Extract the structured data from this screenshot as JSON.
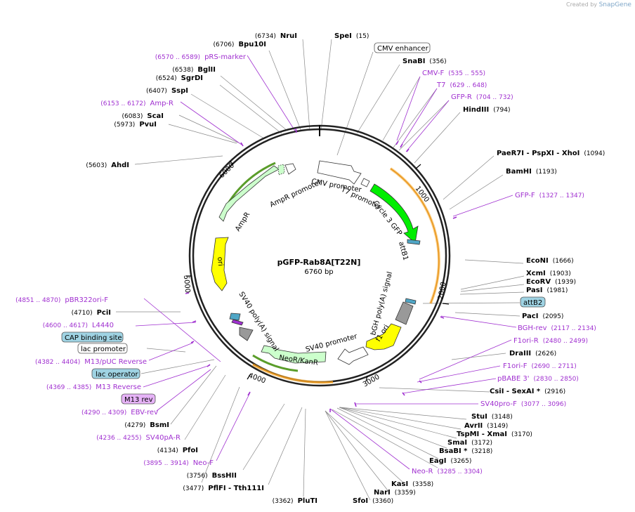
{
  "credit": {
    "prefix": "Created by",
    "brand": "SnapGene"
  },
  "plasmid": {
    "name": "pGFP-Rab8A[T22N]",
    "length": "6760 bp"
  },
  "ticks": [
    "1000",
    "2000",
    "3000",
    "4000",
    "5000",
    "6000"
  ],
  "features": [
    {
      "label": "CMV promoter",
      "color": "#ffffff"
    },
    {
      "label": "T7 promoter",
      "color": "#ffffff"
    },
    {
      "label": "Cycle 3 GFP",
      "color": "#00ee00"
    },
    {
      "label": "attB1",
      "color": "#4fa6c6"
    },
    {
      "label": "bGH poly(A) signal",
      "color": "#999999"
    },
    {
      "label": "f1 ori",
      "color": "#ffff00"
    },
    {
      "label": "SV40 promoter",
      "color": "#ffffff"
    },
    {
      "label": "NeoR/KanR",
      "color": "#ccffcc"
    },
    {
      "label": "SV40 poly(A) signal",
      "color": "#999999"
    },
    {
      "label": "ori",
      "color": "#ffff00"
    },
    {
      "label": "AmpR",
      "color": "#ccffcc"
    },
    {
      "label": "AmpR promoter",
      "color": "#ffffff"
    }
  ],
  "annotations": {
    "right": [
      {
        "kind": "enzyme",
        "name": "SpeI",
        "pos": "(15)"
      },
      {
        "kind": "box",
        "name": "CMV enhancer"
      },
      {
        "kind": "enzyme",
        "name": "SnaBI",
        "pos": "(356)"
      },
      {
        "kind": "primer",
        "name": "CMV-F",
        "pos": "(535 .. 555)"
      },
      {
        "kind": "primer",
        "name": "T7",
        "pos": "(629 .. 648)"
      },
      {
        "kind": "primer",
        "name": "GFP-R",
        "pos": "(704 .. 732)"
      },
      {
        "kind": "enzyme",
        "name": "HindIII",
        "pos": "(794)"
      },
      {
        "kind": "enzyme",
        "name": "PaeR7I - PspXI - XhoI",
        "pos": "(1094)"
      },
      {
        "kind": "enzyme",
        "name": "BamHI",
        "pos": "(1193)"
      },
      {
        "kind": "primer",
        "name": "GFP-F",
        "pos": "(1327 .. 1347)"
      },
      {
        "kind": "enzyme",
        "name": "EcoNI",
        "pos": "(1666)"
      },
      {
        "kind": "enzyme",
        "name": "XcmI",
        "pos": "(1903)"
      },
      {
        "kind": "enzyme",
        "name": "EcoRV",
        "pos": "(1939)"
      },
      {
        "kind": "enzyme",
        "name": "PasI",
        "pos": "(1981)"
      },
      {
        "kind": "boxblue",
        "name": "attB2"
      },
      {
        "kind": "enzyme",
        "name": "PacI",
        "pos": "(2095)"
      },
      {
        "kind": "primer",
        "name": "BGH-rev",
        "pos": "(2117 .. 2134)"
      },
      {
        "kind": "primer",
        "name": "F1ori-R",
        "pos": "(2480 .. 2499)"
      },
      {
        "kind": "enzyme",
        "name": "DraIII",
        "pos": "(2626)"
      },
      {
        "kind": "primer",
        "name": "F1ori-F",
        "pos": "(2690 .. 2711)"
      },
      {
        "kind": "primer",
        "name": "pBABE 3'",
        "pos": "(2830 .. 2850)"
      },
      {
        "kind": "enzyme",
        "name": "CsiI - SexAI *",
        "pos": "(2916)"
      },
      {
        "kind": "primer",
        "name": "SV40pro-F",
        "pos": "(3077 .. 3096)"
      },
      {
        "kind": "enzyme",
        "name": "StuI",
        "pos": "(3148)"
      },
      {
        "kind": "enzyme",
        "name": "AvrII",
        "pos": "(3149)"
      },
      {
        "kind": "enzyme",
        "name": "TspMI - XmaI",
        "pos": "(3170)"
      },
      {
        "kind": "enzyme",
        "name": "SmaI",
        "pos": "(3172)"
      },
      {
        "kind": "enzyme",
        "name": "BsaBI *",
        "pos": "(3218)"
      },
      {
        "kind": "enzyme",
        "name": "EagI",
        "pos": "(3265)"
      },
      {
        "kind": "primer",
        "name": "Neo-R",
        "pos": "(3285 .. 3304)"
      },
      {
        "kind": "enzyme",
        "name": "KasI",
        "pos": "(3358)"
      },
      {
        "kind": "enzyme",
        "name": "NarI",
        "pos": "(3359)"
      },
      {
        "kind": "enzyme",
        "name": "SfoI",
        "pos": "(3360)"
      }
    ],
    "left": [
      {
        "kind": "enzyme",
        "name": "NruI",
        "pos": "(6734)"
      },
      {
        "kind": "enzyme",
        "name": "Bpu10I",
        "pos": "(6706)"
      },
      {
        "kind": "primer",
        "name": "pRS-marker",
        "pos": "(6570 .. 6589)"
      },
      {
        "kind": "enzyme",
        "name": "BglII",
        "pos": "(6538)"
      },
      {
        "kind": "enzyme",
        "name": "SgrDI",
        "pos": "(6524)"
      },
      {
        "kind": "enzyme",
        "name": "SspI",
        "pos": "(6407)"
      },
      {
        "kind": "primer",
        "name": "Amp-R",
        "pos": "(6153 .. 6172)"
      },
      {
        "kind": "enzyme",
        "name": "ScaI",
        "pos": "(6083)"
      },
      {
        "kind": "enzyme",
        "name": "PvuI",
        "pos": "(5973)"
      },
      {
        "kind": "enzyme",
        "name": "AhdI",
        "pos": "(5603)"
      },
      {
        "kind": "primer",
        "name": "pBR322ori-F",
        "pos": "(4851 .. 4870)"
      },
      {
        "kind": "enzyme",
        "name": "PciI",
        "pos": "(4710)"
      },
      {
        "kind": "primer",
        "name": "L4440",
        "pos": "(4600 .. 4617)"
      },
      {
        "kind": "boxblue",
        "name": "CAP binding site"
      },
      {
        "kind": "box",
        "name": "lac promoter"
      },
      {
        "kind": "primer",
        "name": "M13/pUC Reverse",
        "pos": "(4382 .. 4404)"
      },
      {
        "kind": "boxblue",
        "name": "lac operator"
      },
      {
        "kind": "primer",
        "name": "M13 Reverse",
        "pos": "(4369 .. 4385)"
      },
      {
        "kind": "boxpurple",
        "name": "M13 rev"
      },
      {
        "kind": "primer",
        "name": "EBV-rev",
        "pos": "(4290 .. 4309)"
      },
      {
        "kind": "enzyme",
        "name": "BsmI",
        "pos": "(4279)"
      },
      {
        "kind": "primer",
        "name": "SV40pA-R",
        "pos": "(4236 .. 4255)"
      },
      {
        "kind": "enzyme",
        "name": "PfoI",
        "pos": "(4134)"
      },
      {
        "kind": "primer",
        "name": "Neo-F",
        "pos": "(3895 .. 3914)"
      },
      {
        "kind": "enzyme",
        "name": "BssHII",
        "pos": "(3756)"
      },
      {
        "kind": "enzyme",
        "name": "PflFI - Tth111I",
        "pos": "(3477)"
      },
      {
        "kind": "enzyme",
        "name": "PluTI",
        "pos": "(3362)"
      }
    ]
  },
  "colors": {
    "enzyme": "#000000",
    "primer": "#a030d0",
    "feature_blue": "#9fd3e3",
    "orf": "#f5a623",
    "orf_fill": "#f7dd9c",
    "box_purple": "#e6b3f7"
  }
}
